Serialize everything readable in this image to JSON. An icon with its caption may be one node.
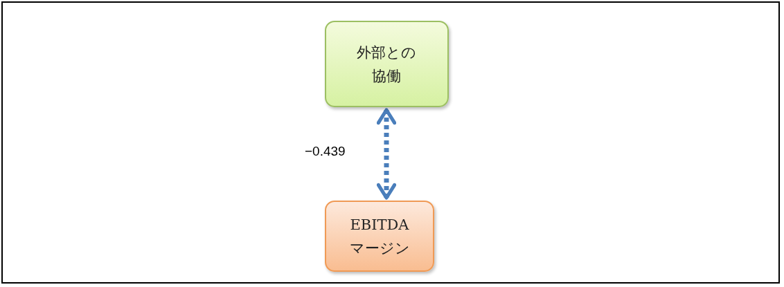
{
  "diagram": {
    "nodes": [
      {
        "text": [
          "外部との協働"
        ]
      },
      {
        "text": [
          "EBITDA マージン"
        ]
      }
    ],
    "edges": [
      {
        "from": 0,
        "to": 1,
        "arrow": "both",
        "label": "−0.439",
        "style": "dashed"
      }
    ]
  }
}
